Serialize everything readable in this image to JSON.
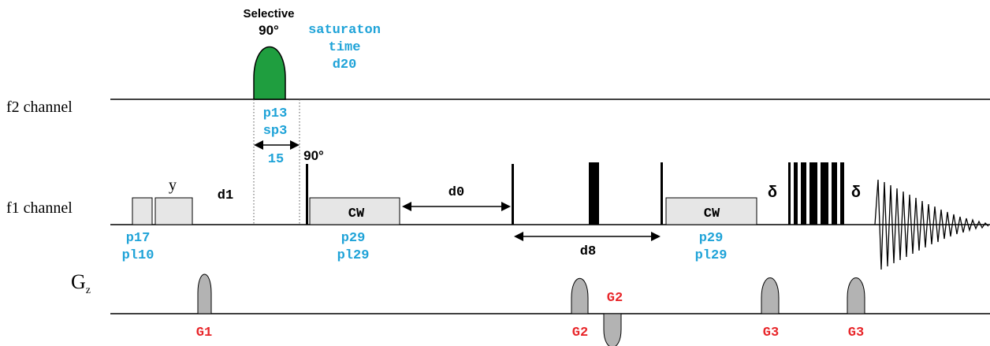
{
  "channels": {
    "f2": "f2 channel",
    "f1": "f1 channel",
    "gz_main": "G",
    "gz_sub": "z"
  },
  "f2": {
    "pulse_title_1": "Selective",
    "pulse_title_2": "90°",
    "sat_1": "saturaton",
    "sat_2": "time",
    "sat_3": "d20",
    "p13": "p13",
    "sp3": "sp3",
    "dur": "15"
  },
  "f1": {
    "p17": "p17",
    "pl10": "pl10",
    "y": "y",
    "d1": "d1",
    "ninety": "90°",
    "cw1": "CW",
    "p29a": "p29",
    "pl29a": "pl29",
    "d0": "d0",
    "d8": "d8",
    "cw2": "CW",
    "p29b": "p29",
    "pl29b": "pl29",
    "delta1": "δ",
    "delta2": "δ"
  },
  "gradients": {
    "g1": "G1",
    "g2a": "G2",
    "g2b": "G2",
    "g3a": "G3",
    "g3b": "G3"
  },
  "colors": {
    "parameter_text": "#1fa3d8",
    "gradient_text": "#e8262a",
    "selective_pulse": "#1f9e3f",
    "gradient_shape": "#b3b3b3",
    "pulse_box": "#e6e6e6"
  }
}
